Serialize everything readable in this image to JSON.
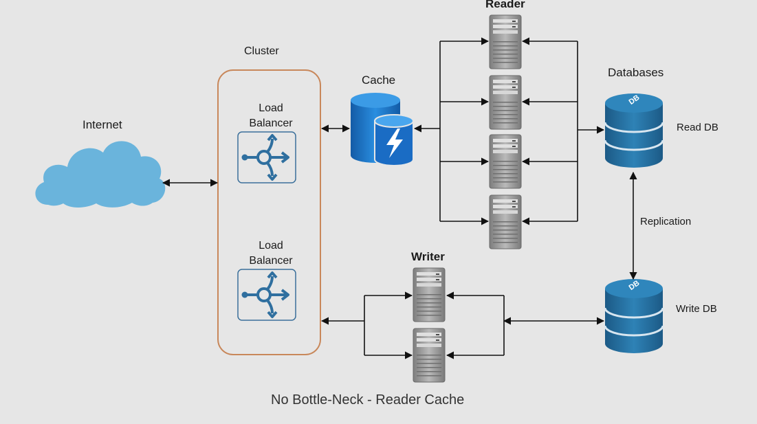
{
  "labels": {
    "internet": "Internet",
    "cluster": "Cluster",
    "load_balancer_1": "Load\nBalancer",
    "load_balancer_2": "Load\nBalancer",
    "cache": "Cache",
    "reader": "Reader",
    "writer": "Writer",
    "databases": "Databases",
    "read_db": "Read DB",
    "write_db": "Write DB",
    "replication": "Replication",
    "db_badge": "DB"
  },
  "caption": "No Bottle-Neck - Reader Cache",
  "colors": {
    "background": "#e6e6e6",
    "cloud": "#6ab4dc",
    "cluster_border": "#c8875a",
    "lb_icon": "#2f6f9f",
    "cache_dark": "#1565b8",
    "cache_light": "#2b8fe0",
    "db_dark": "#1f5f8a",
    "db_light": "#2c7fb0",
    "server_body": "#8a8a8a",
    "arrow": "#111111"
  },
  "icons": [
    "cloud-icon",
    "load-balancer-icon",
    "cache-icon",
    "server-icon",
    "database-icon"
  ]
}
